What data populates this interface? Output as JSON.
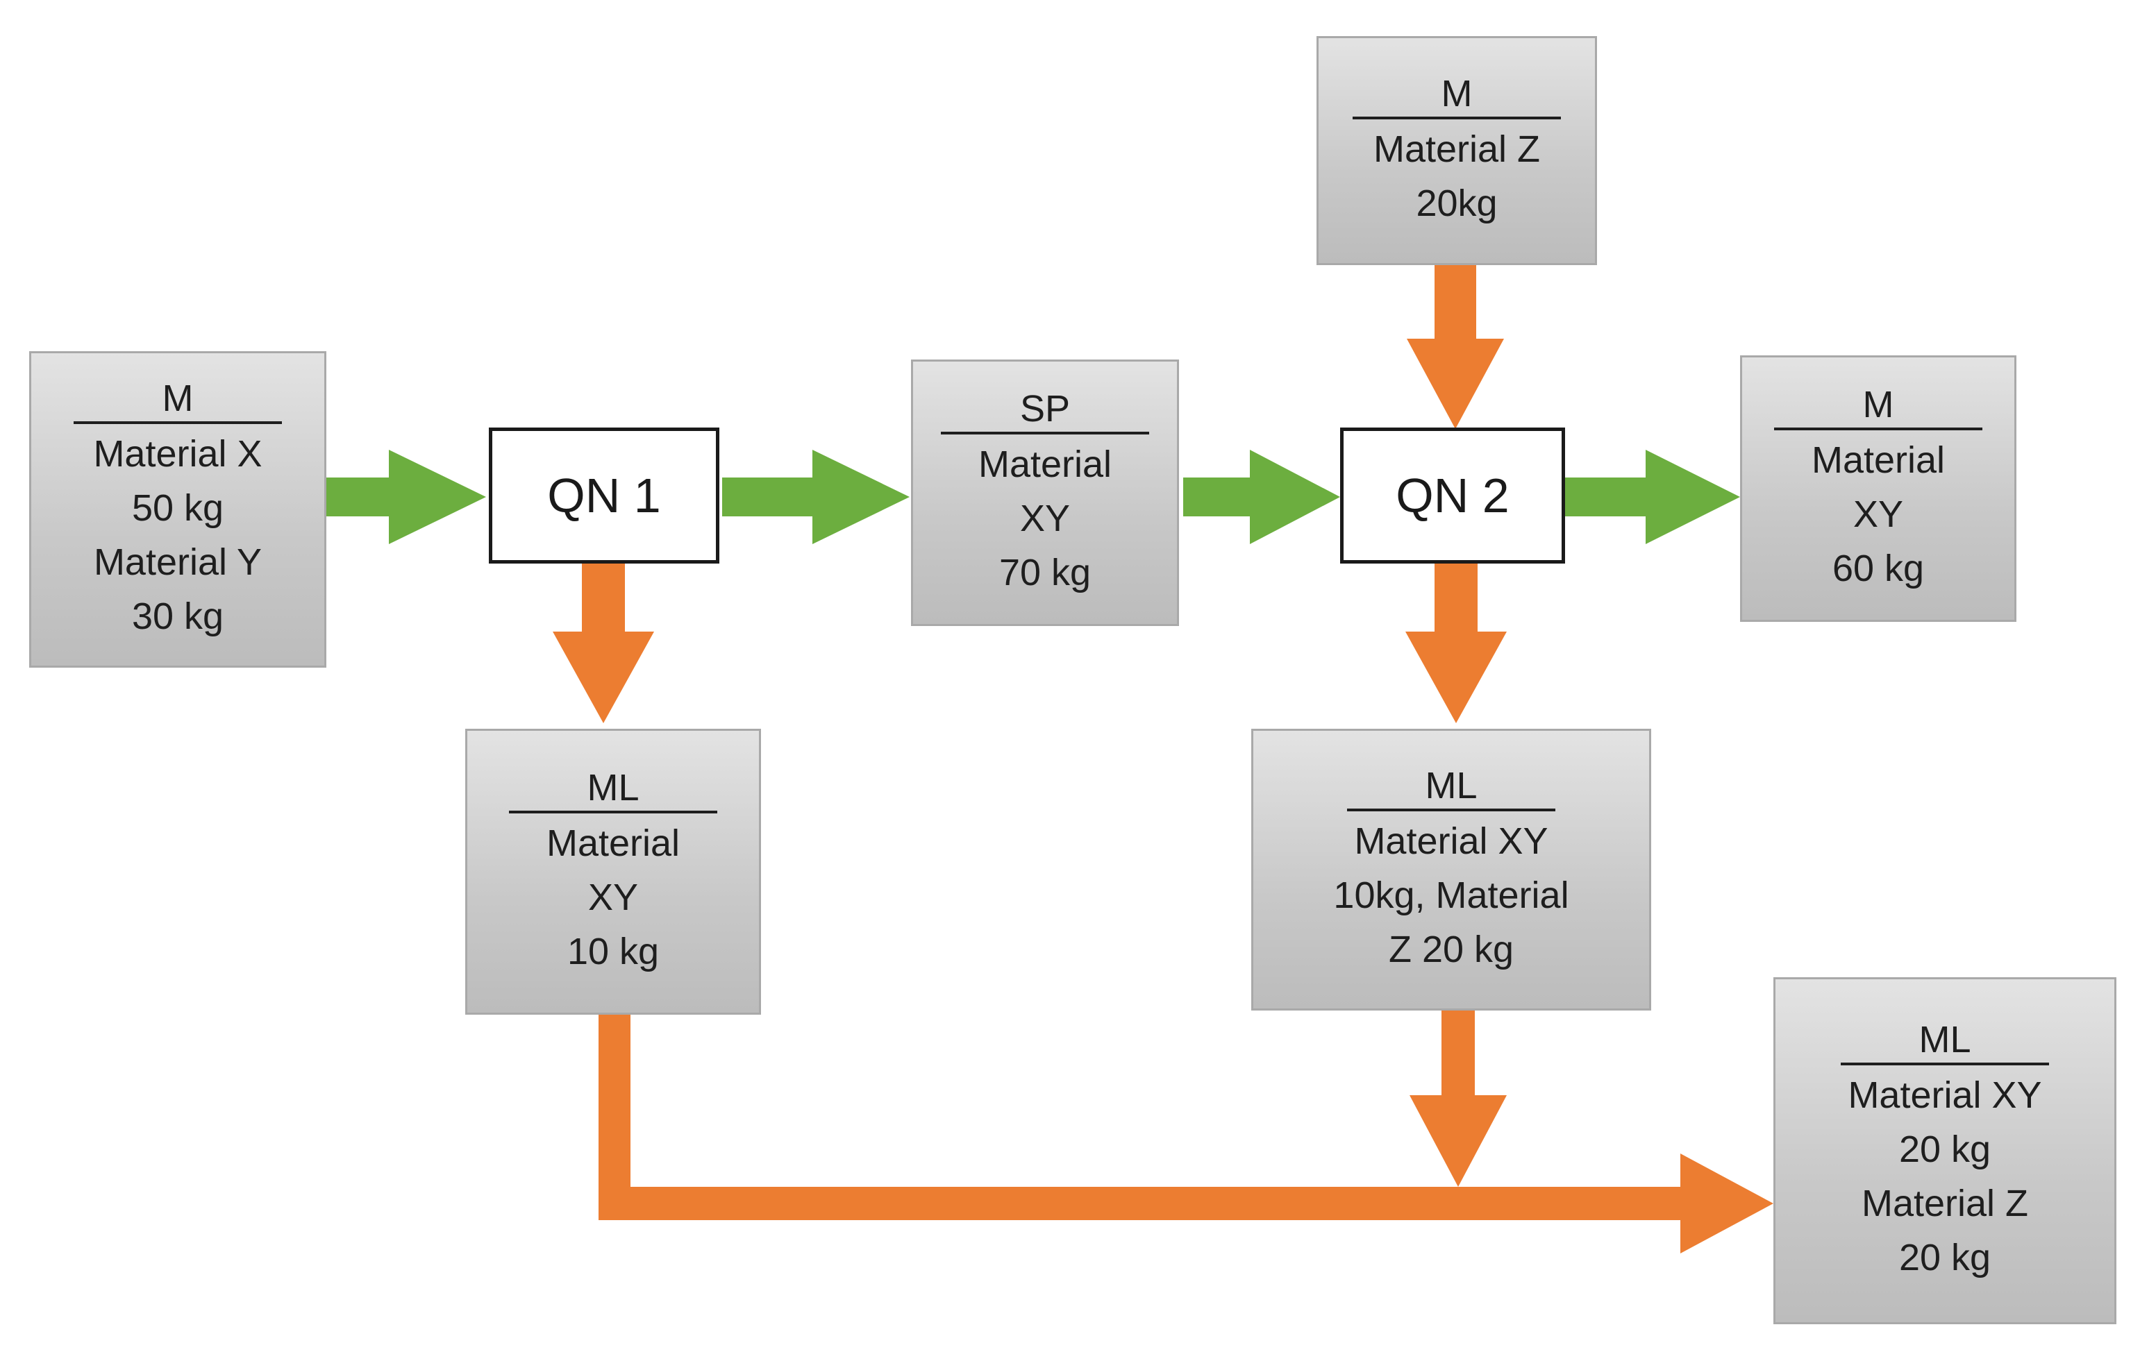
{
  "colors": {
    "flow_green": "#6cae3f",
    "flow_orange": "#ec7d31",
    "box_fill": "#cfcfcf",
    "box_border": "#a9a9a9"
  },
  "processes": {
    "qn1": "QN 1",
    "qn2": "QN 2"
  },
  "boxes": {
    "m_in": {
      "header": "M",
      "lines": [
        "Material X",
        "50 kg",
        "Material Y",
        "30 kg"
      ]
    },
    "m_z": {
      "header": "M",
      "lines": [
        "Material Z",
        "20kg"
      ]
    },
    "sp": {
      "header": "SP",
      "lines": [
        "Material",
        "XY",
        "70 kg"
      ]
    },
    "m_out": {
      "header": "M",
      "lines": [
        "Material",
        "XY",
        "60 kg"
      ]
    },
    "ml1": {
      "header": "ML",
      "lines": [
        "Material",
        "XY",
        "10 kg"
      ]
    },
    "ml2": {
      "header": "ML",
      "lines": [
        "Material XY",
        "10kg, Material",
        "Z 20 kg"
      ]
    },
    "ml_total": {
      "header": "ML",
      "lines": [
        "Material XY",
        "20 kg",
        "Material Z",
        "20 kg"
      ]
    }
  }
}
